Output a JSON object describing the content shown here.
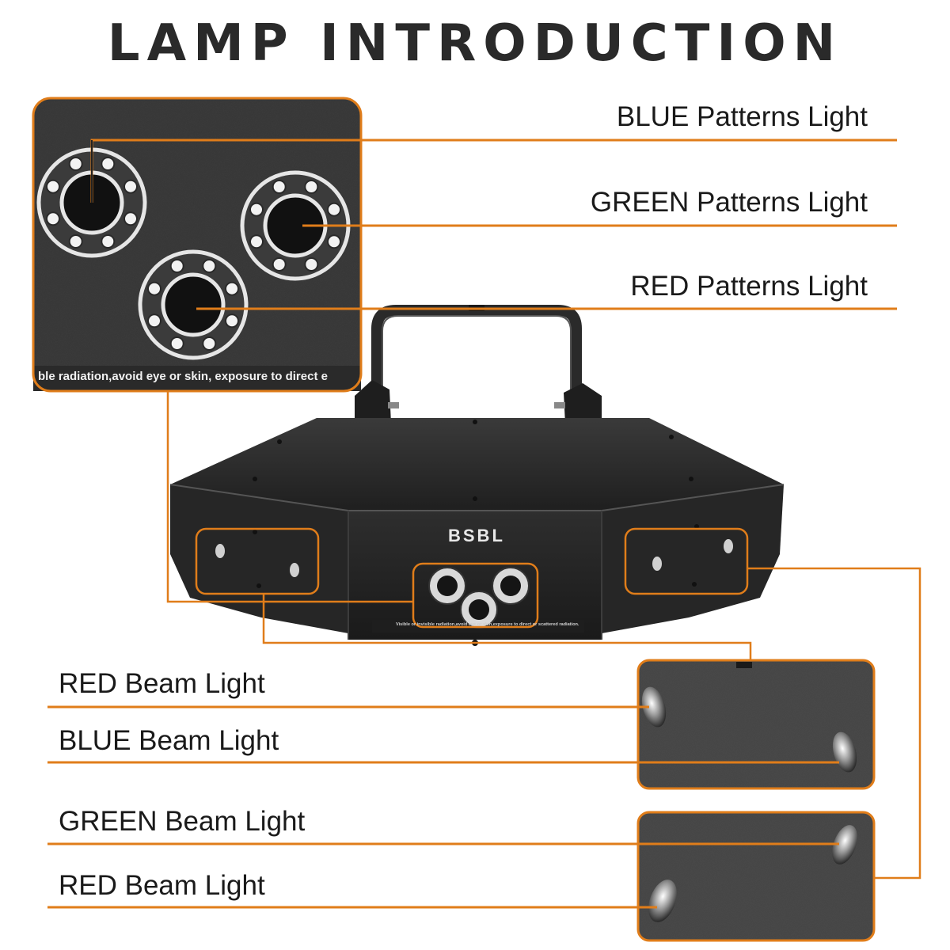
{
  "title": "LAMP INTRODUCTION",
  "labels": {
    "blue_patterns": "BLUE Patterns Light",
    "green_patterns": "GREEN Patterns Light",
    "red_patterns": "RED Patterns Light",
    "red_beam_1": "RED Beam Light",
    "blue_beam": "BLUE Beam Light",
    "green_beam": "GREEN Beam Light",
    "red_beam_2": "RED Beam Light"
  },
  "device": {
    "brand": "BSBL",
    "warning_zoom": "ble radiation,avoid eye or skin, exposure to direct e",
    "warning_small": "Visible or invisible radiation,avoid eye or skin,exposure to direct or scattered radiation."
  },
  "colors": {
    "accent": "#e07d1a",
    "device_body": "#2b2b2b",
    "panel_texture": "#4a4a4a"
  }
}
